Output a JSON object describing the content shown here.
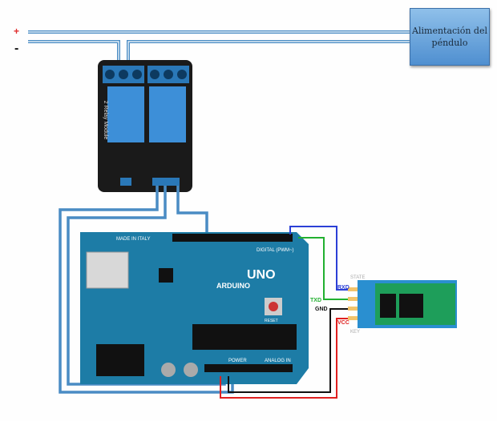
{
  "power_supply": {
    "label": "Alimentación del péndulo",
    "plus": "+",
    "minus": "-"
  },
  "relay": {
    "label": "2 Relay Module"
  },
  "arduino": {
    "made_in": "MADE IN ITALY",
    "brand": "ARDUINO",
    "model": "UNO",
    "digital": "DIGITAL (PWM~)",
    "power": "POWER",
    "analog": "ANALOG IN",
    "reset": "RESET"
  },
  "bluetooth": {
    "pins": [
      "RXD",
      "TXD",
      "GND",
      "VCC"
    ],
    "state": "STATE",
    "key": "KEY"
  },
  "colors": {
    "supply_wire": "#4a8cc4",
    "rx_wire": "#2b3fd6",
    "tx_wire": "#22b030",
    "gnd_wire": "#111111",
    "vcc_wire": "#e02020",
    "board": "#1d7ca6"
  }
}
